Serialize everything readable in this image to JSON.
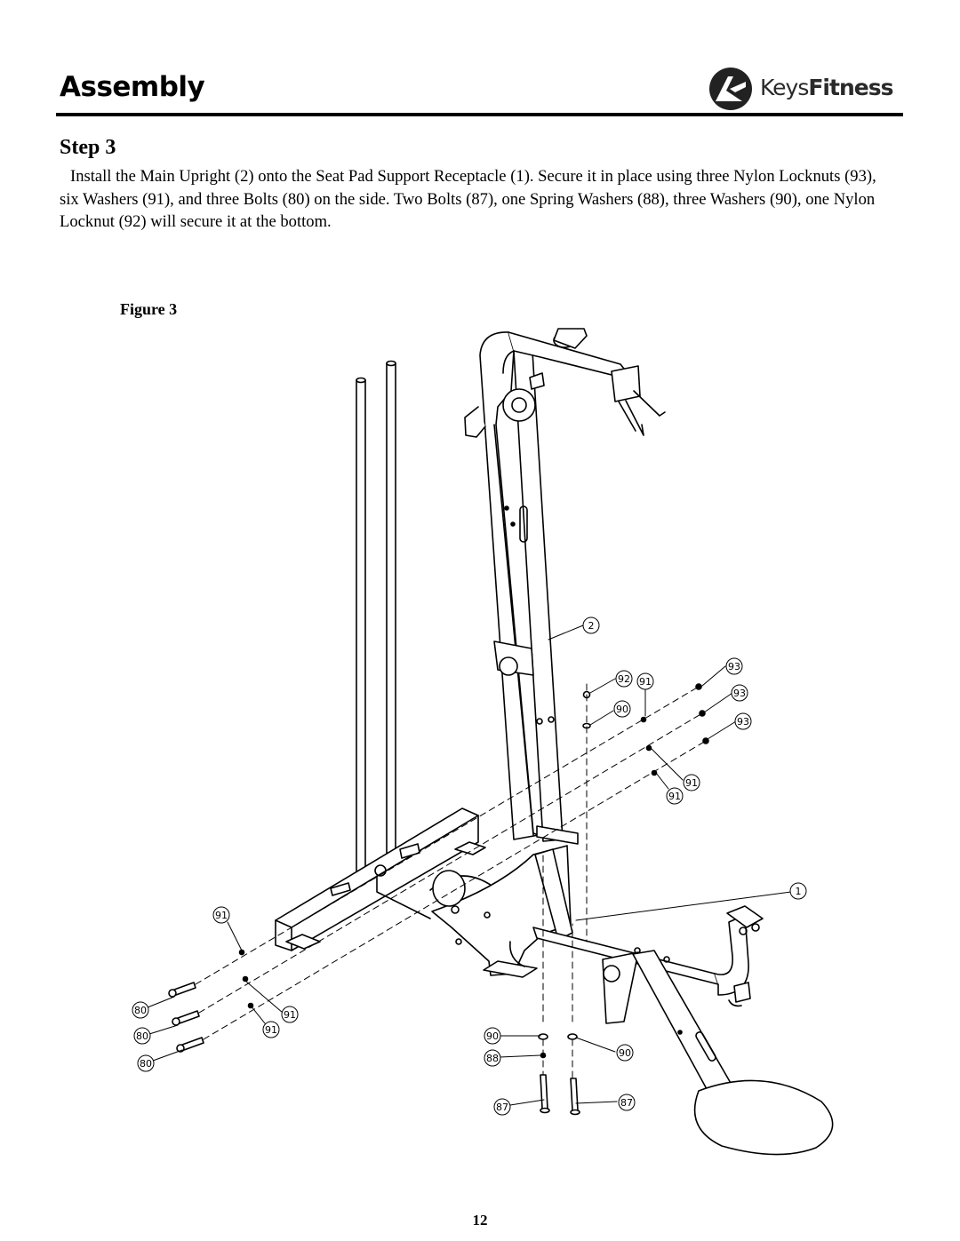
{
  "header": {
    "title": "Assembly",
    "logo_text_a": "Keys",
    "logo_text_b": "Fitness"
  },
  "step": {
    "title": "Step 3",
    "text": "Install the Main Upright (2) onto the Seat Pad Support Receptacle (1).  Secure it in place using three Nylon Locknuts (93), six Washers (91), and three Bolts (80) on the side.  Two Bolts (87), one Spring Washers (88), three Washers (90), one Nylon Locknut (92) will secure it at the bottom."
  },
  "figure": {
    "label": "Figure 3",
    "callouts": {
      "c2": "2",
      "c92": "92",
      "c91a": "91",
      "c93a": "93",
      "c93b": "93",
      "c93c": "93",
      "c90a": "90",
      "c91b": "91",
      "c91c": "91",
      "c1": "1",
      "c91d": "91",
      "c80a": "80",
      "c91e": "91",
      "c80b": "80",
      "c91f": "91",
      "c80c": "80",
      "c90b": "90",
      "c88": "88",
      "c90c": "90",
      "c87a": "87",
      "c87b": "87"
    }
  },
  "footer": {
    "page_number": "12"
  }
}
